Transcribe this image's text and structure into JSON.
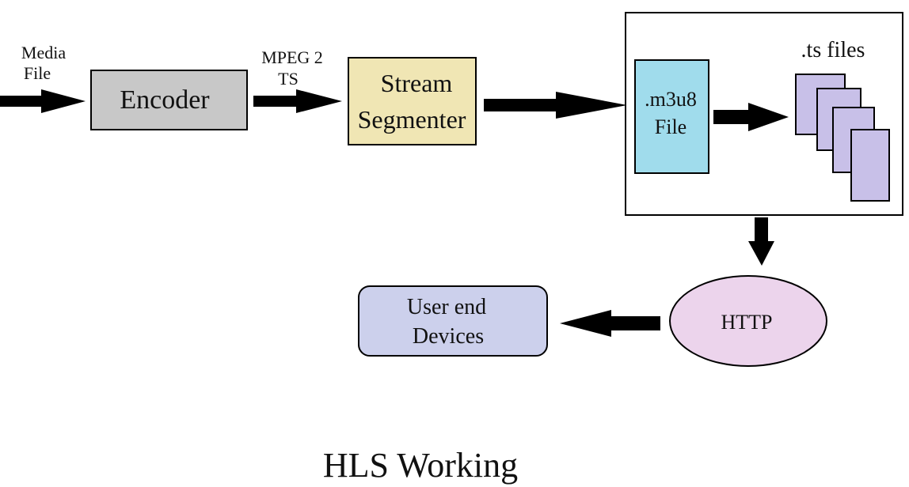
{
  "title": "HLS Working",
  "labels": {
    "media_file_line1": "Media",
    "media_file_line2": "File",
    "mpeg_line1": "MPEG 2",
    "mpeg_line2": "TS",
    "ts_files": ".ts files"
  },
  "nodes": {
    "encoder": {
      "label": "Encoder"
    },
    "segmenter": {
      "line1": "Stream",
      "line2": "Segmenter"
    },
    "m3u8": {
      "line1": ".m3u8",
      "line2": "File"
    },
    "http": {
      "label": "HTTP"
    },
    "devices": {
      "line1": "User end",
      "line2": "Devices"
    }
  },
  "colors": {
    "encoder_fill": "#c8c8c8",
    "segmenter_fill": "#f0e6b4",
    "m3u8_fill": "#a0dcec",
    "ts_fill": "#c8c0e8",
    "http_fill": "#ecd4ec",
    "devices_fill": "#ccd0ec",
    "stroke": "#000000"
  },
  "icons": {
    "arrow": "thick-black-arrow",
    "ts_stack": "stacked-file-rectangles"
  }
}
